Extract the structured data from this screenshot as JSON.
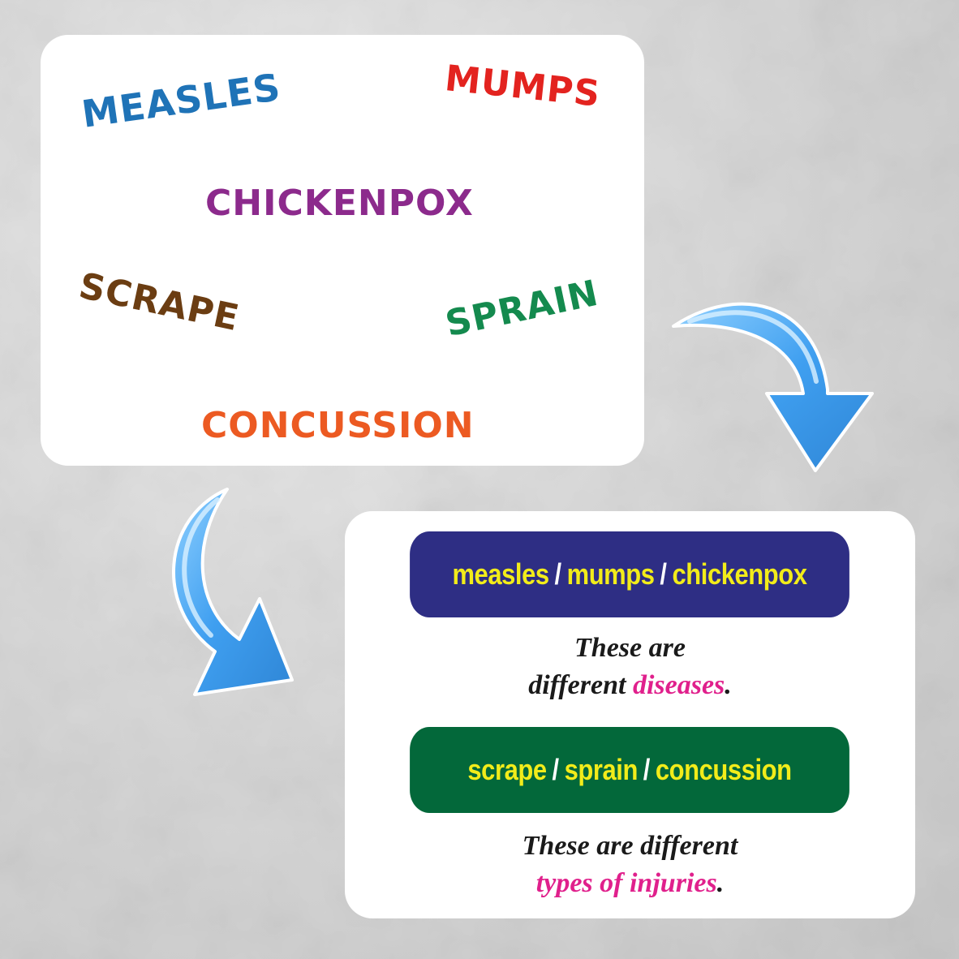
{
  "colors": {
    "measles": "#1f73b7",
    "mumps": "#e3231f",
    "chickenpox": "#8c2a8c",
    "scrape": "#6b3d12",
    "sprain": "#148a4e",
    "concussion": "#ec5a22",
    "disease_band": "#2e2e84",
    "injury_band": "#03683a",
    "term_text": "#f2ec1a",
    "highlight": "#e0208c",
    "arrow": "#4aa8f0"
  },
  "words_card": {
    "words": [
      "MEASLES",
      "MUMPS",
      "CHICKENPOX",
      "SCRAPE",
      "SPRAIN",
      "CONCUSSION"
    ]
  },
  "result_card": {
    "diseases": {
      "terms": [
        "measles",
        "mumps",
        "chickenpox"
      ],
      "separator": "/",
      "caption_line1": "These are",
      "caption_line2_prefix": "different ",
      "caption_highlight": "diseases",
      "caption_suffix": "."
    },
    "injuries": {
      "terms": [
        "scrape",
        "sprain",
        "concussion"
      ],
      "separator": "/",
      "caption_line1": "These are different",
      "caption_highlight": "types of injuries",
      "caption_suffix": "."
    }
  },
  "icons": [
    "curved-arrow-right-icon",
    "curved-arrow-left-icon"
  ]
}
